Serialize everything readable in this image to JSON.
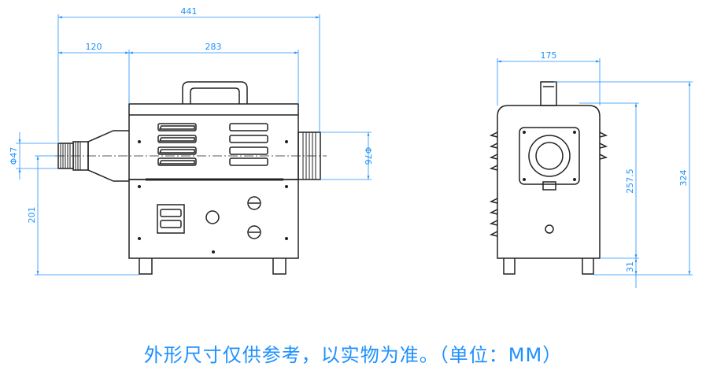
{
  "dimensions": {
    "total_length": "441",
    "left_section": "120",
    "right_section": "283",
    "width": "175",
    "inlet_diameter": "Φ47",
    "outlet_diameter": "Φ76",
    "outlet_height": "201",
    "center_height": "257.5",
    "total_height": "324",
    "foot_height": "31"
  },
  "caption": "外形尺寸仅供参考，以实物为准。（单位：MM）",
  "colors": {
    "dimension": "#1e90ff",
    "drawing": "#222222"
  }
}
